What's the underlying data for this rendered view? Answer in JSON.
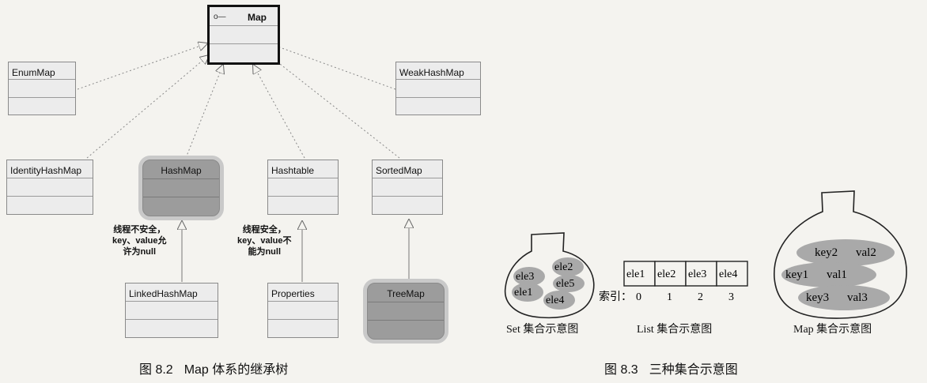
{
  "fig_left": {
    "classes": {
      "map": "Map",
      "enummap": "EnumMap",
      "weakhashmap": "WeakHashMap",
      "identityhashmap": "IdentityHashMap",
      "hashmap": "HashMap",
      "hashtable": "Hashtable",
      "sortedmap": "SortedMap",
      "linkedhashmap": "LinkedHashMap",
      "properties": "Properties",
      "treemap": "TreeMap"
    },
    "interface_marker": "o—",
    "note_hashmap": [
      "线程不安全，",
      "key、value允",
      "许为null"
    ],
    "note_hashtable": [
      "线程安全，",
      "key、value不",
      "能为null"
    ],
    "caption_num": "图 8.2",
    "caption_text": "Map 体系的继承树"
  },
  "fig_right": {
    "set_items": [
      "ele3",
      "ele2",
      "ele5",
      "ele1",
      "ele4"
    ],
    "set_label": "Set 集合示意图",
    "list_items": [
      "ele1",
      "ele2",
      "ele3",
      "ele4"
    ],
    "list_index_label": "索引：",
    "list_indices": [
      "0",
      "1",
      "2",
      "3"
    ],
    "list_label": "List 集合示意图",
    "map_items": [
      "key2",
      "val2",
      "key1",
      "val1",
      "key3",
      "val3"
    ],
    "map_label": "Map 集合示意图",
    "caption_num": "图 8.3",
    "caption_text": "三种集合示意图"
  },
  "colors": {
    "line": "#777777",
    "shaded_box": "#9c9c9c",
    "blob": "#a9a9a9"
  }
}
